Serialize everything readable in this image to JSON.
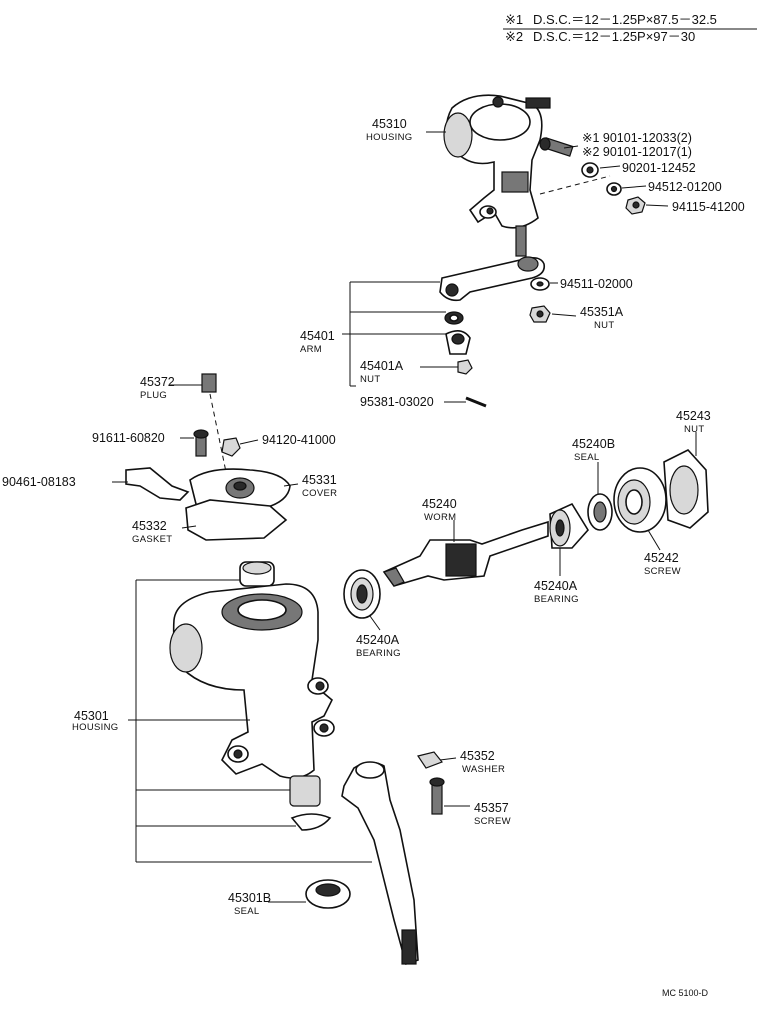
{
  "notes": {
    "line1_mark": "※1",
    "line1_text": "D.S.C.＝12－1.25P×87.5－32.5",
    "line2_mark": "※2",
    "line2_text": "D.S.C.＝12－1.25P×97－30"
  },
  "parts": {
    "housing_upper": {
      "number": "45310",
      "name": "HOUSING"
    },
    "bolt1": {
      "number": "※1 90101-12033(2)"
    },
    "bolt2": {
      "number": "※2 90101-12017(1)"
    },
    "washer_90201": {
      "number": "90201-12452"
    },
    "washer_94512": {
      "number": "94512-01200"
    },
    "nut_94115": {
      "number": "94115-41200"
    },
    "washer_94511": {
      "number": "94511-02000"
    },
    "nut_45351a": {
      "number": "45351A",
      "name": "NUT"
    },
    "arm": {
      "number": "45401",
      "name": "ARM"
    },
    "nut_45401a": {
      "number": "45401A",
      "name": "NUT"
    },
    "pin_95381": {
      "number": "95381-03020"
    },
    "plug": {
      "number": "45372",
      "name": "PLUG"
    },
    "bolt_91611": {
      "number": "91611-60820"
    },
    "nut_94120": {
      "number": "94120-41000"
    },
    "bracket_90461": {
      "number": "90461-08183"
    },
    "cover": {
      "number": "45331",
      "name": "COVER"
    },
    "gasket": {
      "number": "45332",
      "name": "GASKET"
    },
    "nut_45243": {
      "number": "45243",
      "name": "NUT"
    },
    "seal_45240b": {
      "number": "45240B",
      "name": "SEAL"
    },
    "worm": {
      "number": "45240",
      "name": "WORM"
    },
    "bearing_right": {
      "number": "45240A",
      "name": "BEARING"
    },
    "screw_45242": {
      "number": "45242",
      "name": "SCREW"
    },
    "bearing_left": {
      "number": "45240A",
      "name": "BEARING"
    },
    "housing_main": {
      "number": "45301",
      "name": "HOUSING"
    },
    "washer_45352": {
      "number": "45352",
      "name": "WASHER"
    },
    "screw_45357": {
      "number": "45357",
      "name": "SCREW"
    },
    "seal_45301b": {
      "number": "45301B",
      "name": "SEAL"
    }
  },
  "footer": {
    "code": "MC 5100-D"
  }
}
